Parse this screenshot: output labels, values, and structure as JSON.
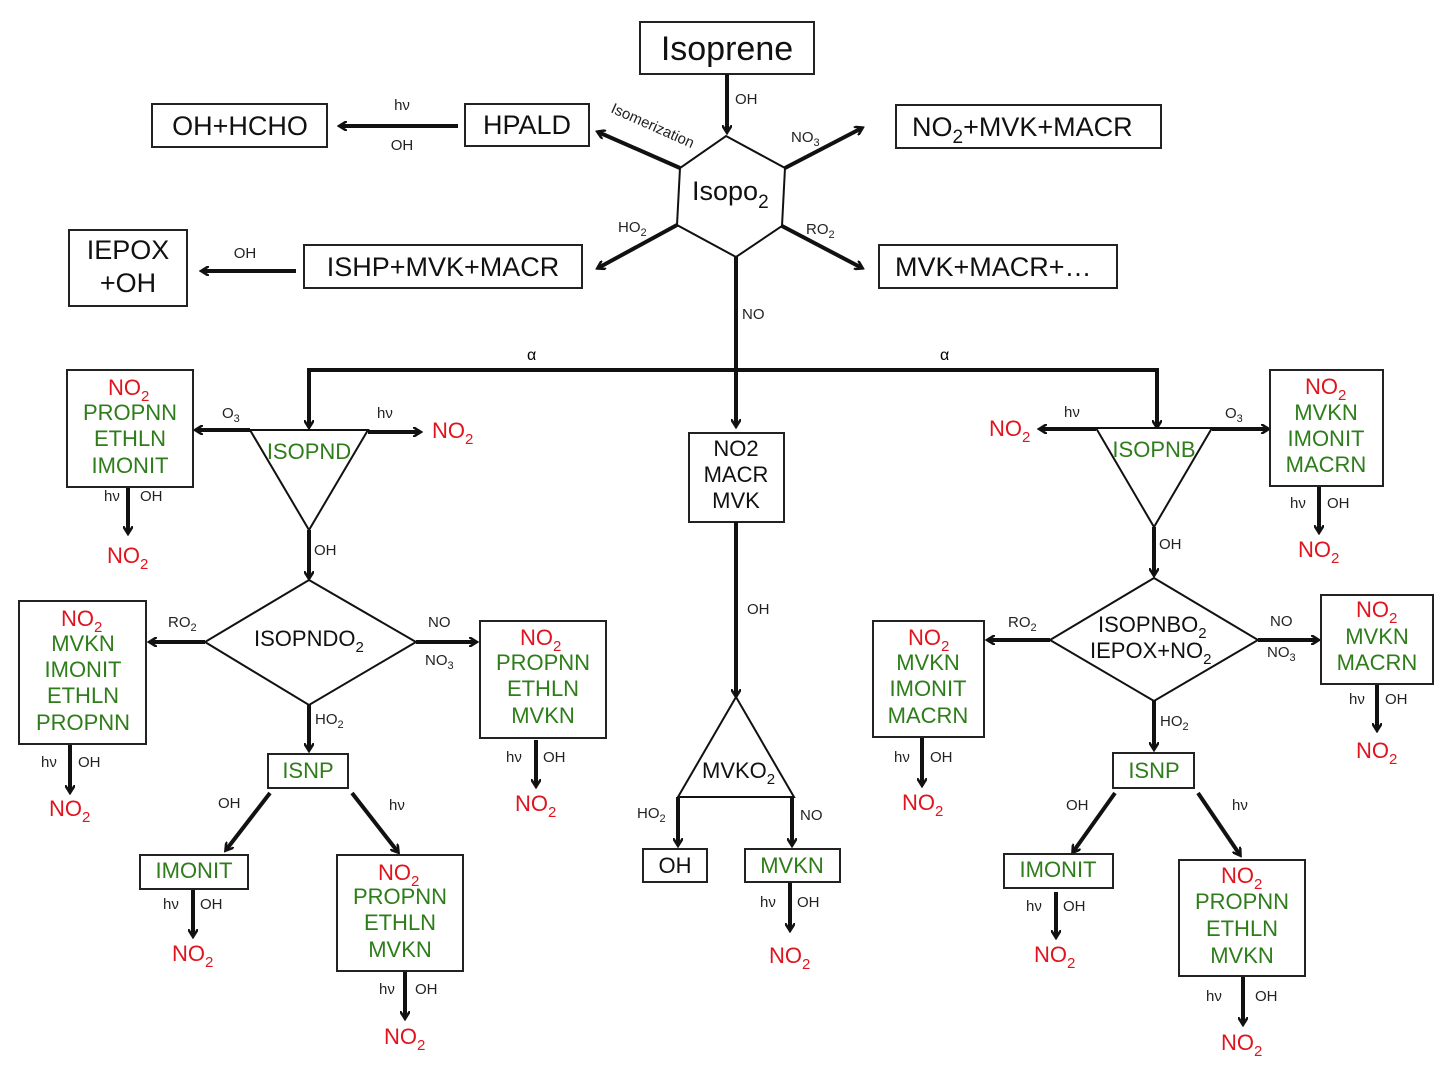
{
  "colors": {
    "red": "#e0141e",
    "green": "#2e7d1a",
    "black": "#111111"
  },
  "nodes": {
    "isoprene": "Isoprene",
    "isopo2": "Isopo",
    "isopo2_sub": "2",
    "hpald": "HPALD",
    "oh_hcho": "OH+HCHO",
    "no2_mvk_macr_a": "NO",
    "no2_mvk_macr_b": "+MVK+MACR",
    "no2_sub": "2",
    "ishp": "ISHP+MVK+MACR",
    "iepox_line1": "IEPOX",
    "iepox_line2": "+OH",
    "mvk_macr_etc": "MVK+MACR+…",
    "center_box": [
      "NO2",
      "MACR",
      "MVK"
    ],
    "isopnd": "ISOPND",
    "isopnb": "ISOPNB",
    "isopndo2": "ISOPNDO",
    "isopnbo2_line1": "ISOPNBO",
    "isopnbo2_line2": "IEPOX+NO",
    "mvko2": "MVKO",
    "isnp": "ISNP",
    "imonit": "IMONIT",
    "oh": "OH",
    "mvkn": "MVKN",
    "no2": "NO"
  },
  "boxes": {
    "left_top": [
      "PROPNN",
      "ETHLN",
      "IMONIT"
    ],
    "right_top": [
      "MVKN",
      "IMONIT",
      "MACRN"
    ],
    "left_mid": [
      "MVKN",
      "IMONIT",
      "ETHLN",
      "PROPNN"
    ],
    "left_mid_right": [
      "PROPNN",
      "ETHLN",
      "MVKN"
    ],
    "right_mid_left": [
      "MVKN",
      "IMONIT",
      "MACRN"
    ],
    "right_mid_right": [
      "MVKN",
      "MACRN"
    ],
    "left_bottom": [
      "PROPNN",
      "ETHLN",
      "MVKN"
    ],
    "right_bottom": [
      "PROPNN",
      "ETHLN",
      "MVKN"
    ]
  },
  "labels": {
    "oh": "OH",
    "hv": "hν",
    "no": "NO",
    "no3": "NO",
    "no3_sub": "3",
    "ho2": "HO",
    "ro2": "RO",
    "o3": "O",
    "o3_sub": "3",
    "sub2": "2",
    "isomerization": "Isomerization",
    "alpha": "α"
  }
}
